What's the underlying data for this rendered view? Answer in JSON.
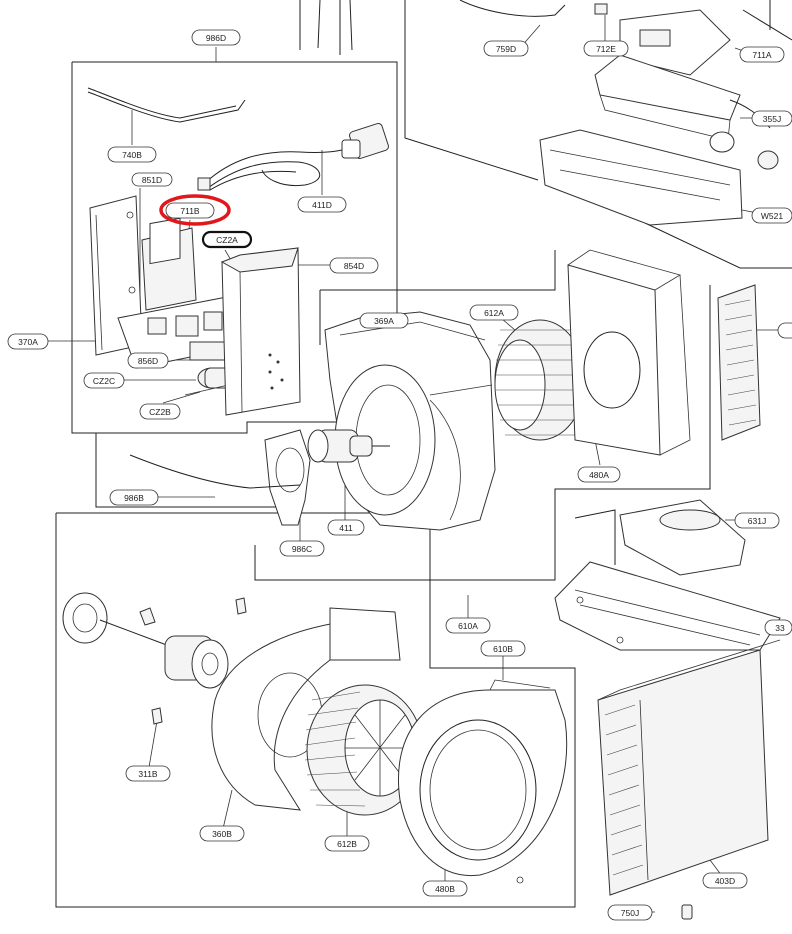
{
  "highlight_color": "#e0181c",
  "labels": [
    {
      "id": "986d",
      "text": "986D"
    },
    {
      "id": "740b",
      "text": "740B"
    },
    {
      "id": "411d",
      "text": "411D"
    },
    {
      "id": "851d",
      "text": "851D"
    },
    {
      "id": "711b",
      "text": "711B"
    },
    {
      "id": "cz2a",
      "text": "CZ2A"
    },
    {
      "id": "854d",
      "text": "854D"
    },
    {
      "id": "370a",
      "text": "370A"
    },
    {
      "id": "856d",
      "text": "856D"
    },
    {
      "id": "cz2c",
      "text": "CZ2C"
    },
    {
      "id": "cz2b",
      "text": "CZ2B"
    },
    {
      "id": "369a",
      "text": "369A"
    },
    {
      "id": "612a",
      "text": "612A"
    },
    {
      "id": "480a",
      "text": "480A"
    },
    {
      "id": "986b",
      "text": "986B"
    },
    {
      "id": "411",
      "text": "411"
    },
    {
      "id": "986c",
      "text": "986C"
    },
    {
      "id": "631j",
      "text": "631J"
    },
    {
      "id": "610a",
      "text": "610A"
    },
    {
      "id": "610b",
      "text": "610B"
    },
    {
      "id": "311b",
      "text": "311B"
    },
    {
      "id": "360b",
      "text": "360B"
    },
    {
      "id": "612b",
      "text": "612B"
    },
    {
      "id": "480b",
      "text": "480B"
    },
    {
      "id": "403d",
      "text": "403D"
    },
    {
      "id": "750j",
      "text": "750J"
    },
    {
      "id": "759d",
      "text": "759D"
    },
    {
      "id": "712e",
      "text": "712E"
    },
    {
      "id": "711a",
      "text": "711A"
    },
    {
      "id": "355j",
      "text": "355J"
    },
    {
      "id": "w521",
      "text": "W521"
    },
    {
      "id": "33",
      "text": "33"
    }
  ]
}
